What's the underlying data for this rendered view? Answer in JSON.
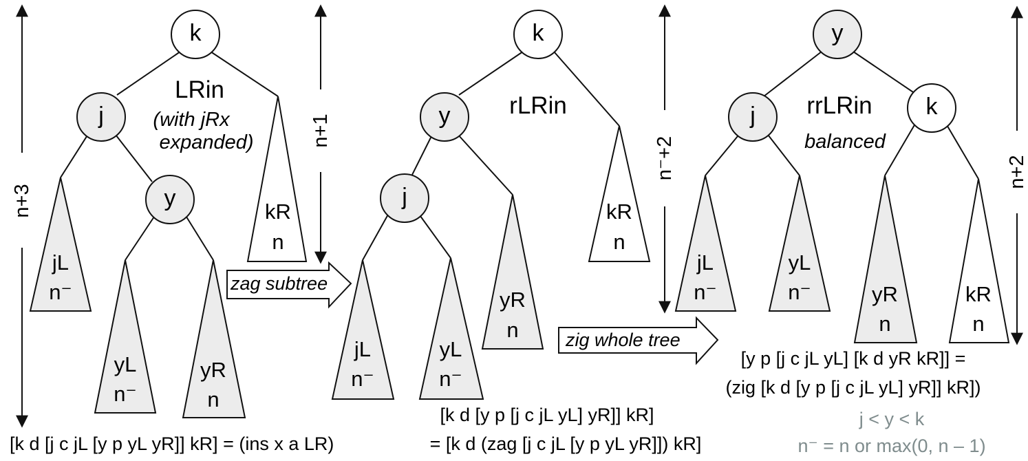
{
  "colors": {
    "ink": "#111111",
    "node_fill": "#ececec",
    "white_fill": "#ffffff",
    "condition_text": "#7f8c8d"
  },
  "trees": {
    "lrin": {
      "title": "LRin",
      "subtitle_line1": "(with jRx",
      "subtitle_line2": "expanded)",
      "nodes": {
        "k": "k",
        "j": "j",
        "y": "y"
      },
      "subtrees": {
        "jL": {
          "name": "jL",
          "height": "n⁻"
        },
        "yL": {
          "name": "yL",
          "height": "n⁻"
        },
        "yR": {
          "name": "yR",
          "height": "n"
        },
        "kR": {
          "name": "kR",
          "height": "n"
        }
      },
      "height_left": "n+3",
      "height_right": "n+1",
      "formula": "[k d [j c jL [y p yL yR]] kR] = (ins x a LR)"
    },
    "rlrin": {
      "title": "rLRin",
      "nodes": {
        "k": "k",
        "y": "y",
        "j": "j"
      },
      "subtrees": {
        "jL": {
          "name": "jL",
          "height": "n⁻"
        },
        "yL": {
          "name": "yL",
          "height": "n⁻"
        },
        "yR": {
          "name": "yR",
          "height": "n"
        },
        "kR": {
          "name": "kR",
          "height": "n"
        }
      },
      "height_right": "n⁻+2",
      "formula_line1": "[k d [y p [j c jL yL] yR]] kR]",
      "formula_line2": "= [k d (zag [j c jL [y p yL yR]]) kR]"
    },
    "rrlrin": {
      "title": "rrLRin",
      "subtitle": "balanced",
      "nodes": {
        "y": "y",
        "j": "j",
        "k": "k"
      },
      "subtrees": {
        "jL": {
          "name": "jL",
          "height": "n⁻"
        },
        "yL": {
          "name": "yL",
          "height": "n⁻"
        },
        "yR": {
          "name": "yR",
          "height": "n"
        },
        "kR": {
          "name": "kR",
          "height": "n"
        }
      },
      "height_right": "n+2",
      "formula_line1": "[y p [j c jL yL] [k d yR kR]] =",
      "formula_line2": "(zig [k d [y p [j c jL yL] yR]] kR])"
    }
  },
  "arrows": {
    "zag": "zag subtree",
    "zig": "zig whole tree"
  },
  "conditions": {
    "line1": "j < y < k",
    "line2": "n⁻ = n or max(0, n – 1)"
  }
}
